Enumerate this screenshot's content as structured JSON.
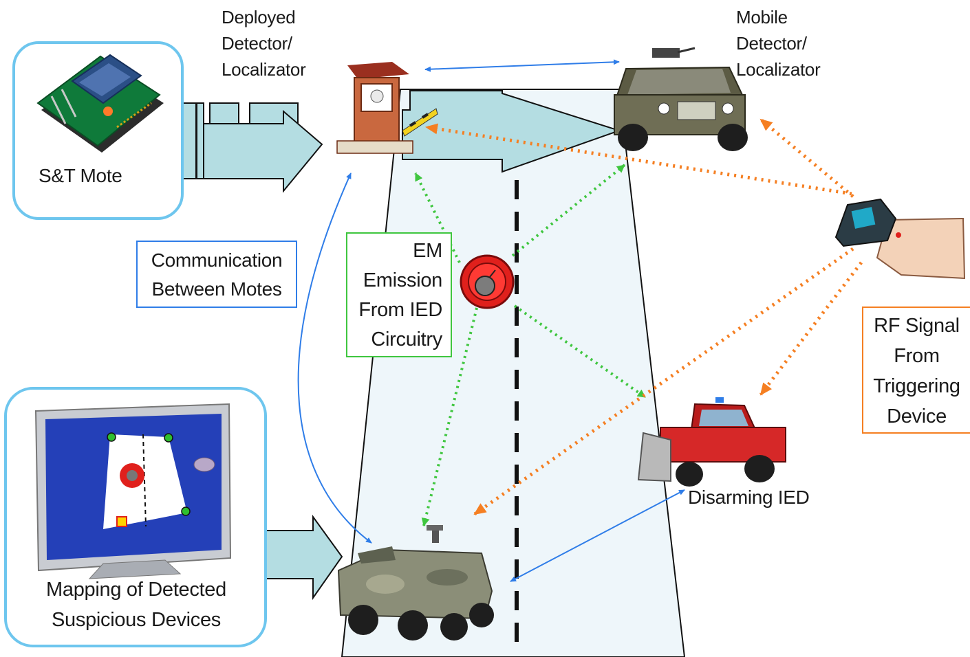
{
  "labels": {
    "st_mote": "S&T Mote",
    "deployed_detector": [
      "Deployed",
      "Detector/",
      "Localizator"
    ],
    "mobile_detector": [
      "Mobile",
      "Detector/",
      "Localizator"
    ],
    "communication": [
      "Communication",
      "Between  Motes"
    ],
    "em_emission": [
      "EM",
      "Emission",
      "From IED",
      "Circuitry"
    ],
    "rf_signal": [
      "RF Signal",
      "From",
      "Triggering",
      "Device"
    ],
    "disarming": "Disarming IED",
    "mapping": [
      "Mapping of Detected",
      "Suspicious Devices"
    ]
  },
  "colors": {
    "road_fill": "#eef6fa",
    "arrow_fill": "#b4dde2",
    "panel_border": "#6ec6ee",
    "comm_blue": "#2f7de8",
    "em_green": "#3fc63f",
    "rf_orange": "#f57f22",
    "ied_red": "#e0201c",
    "monitor_screen": "#2440b8"
  },
  "icons": [
    "sensor-mote-icon",
    "checkpoint-booth-icon",
    "humvee-icon",
    "remote-trigger-icon",
    "ied-bomb-icon",
    "fire-truck-plow-icon",
    "armored-vehicle-icon",
    "monitor-map-icon"
  ]
}
